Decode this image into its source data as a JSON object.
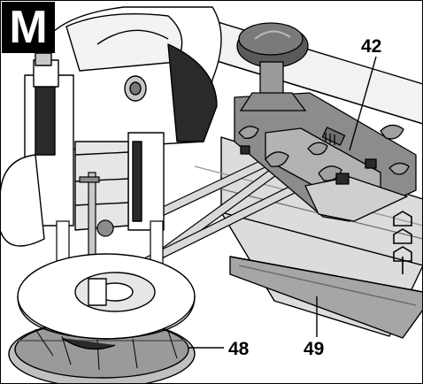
{
  "figure": {
    "badge": "M",
    "callouts": {
      "guide_rail_adapter": "42",
      "router_base": "48",
      "guide_rail": "49"
    }
  },
  "colors": {
    "line": "#000000",
    "fill_light": "#ffffff",
    "fill_gray": "#b3b3b3",
    "fill_mid": "#8c8c8c",
    "fill_dark": "#2a2a2a"
  }
}
